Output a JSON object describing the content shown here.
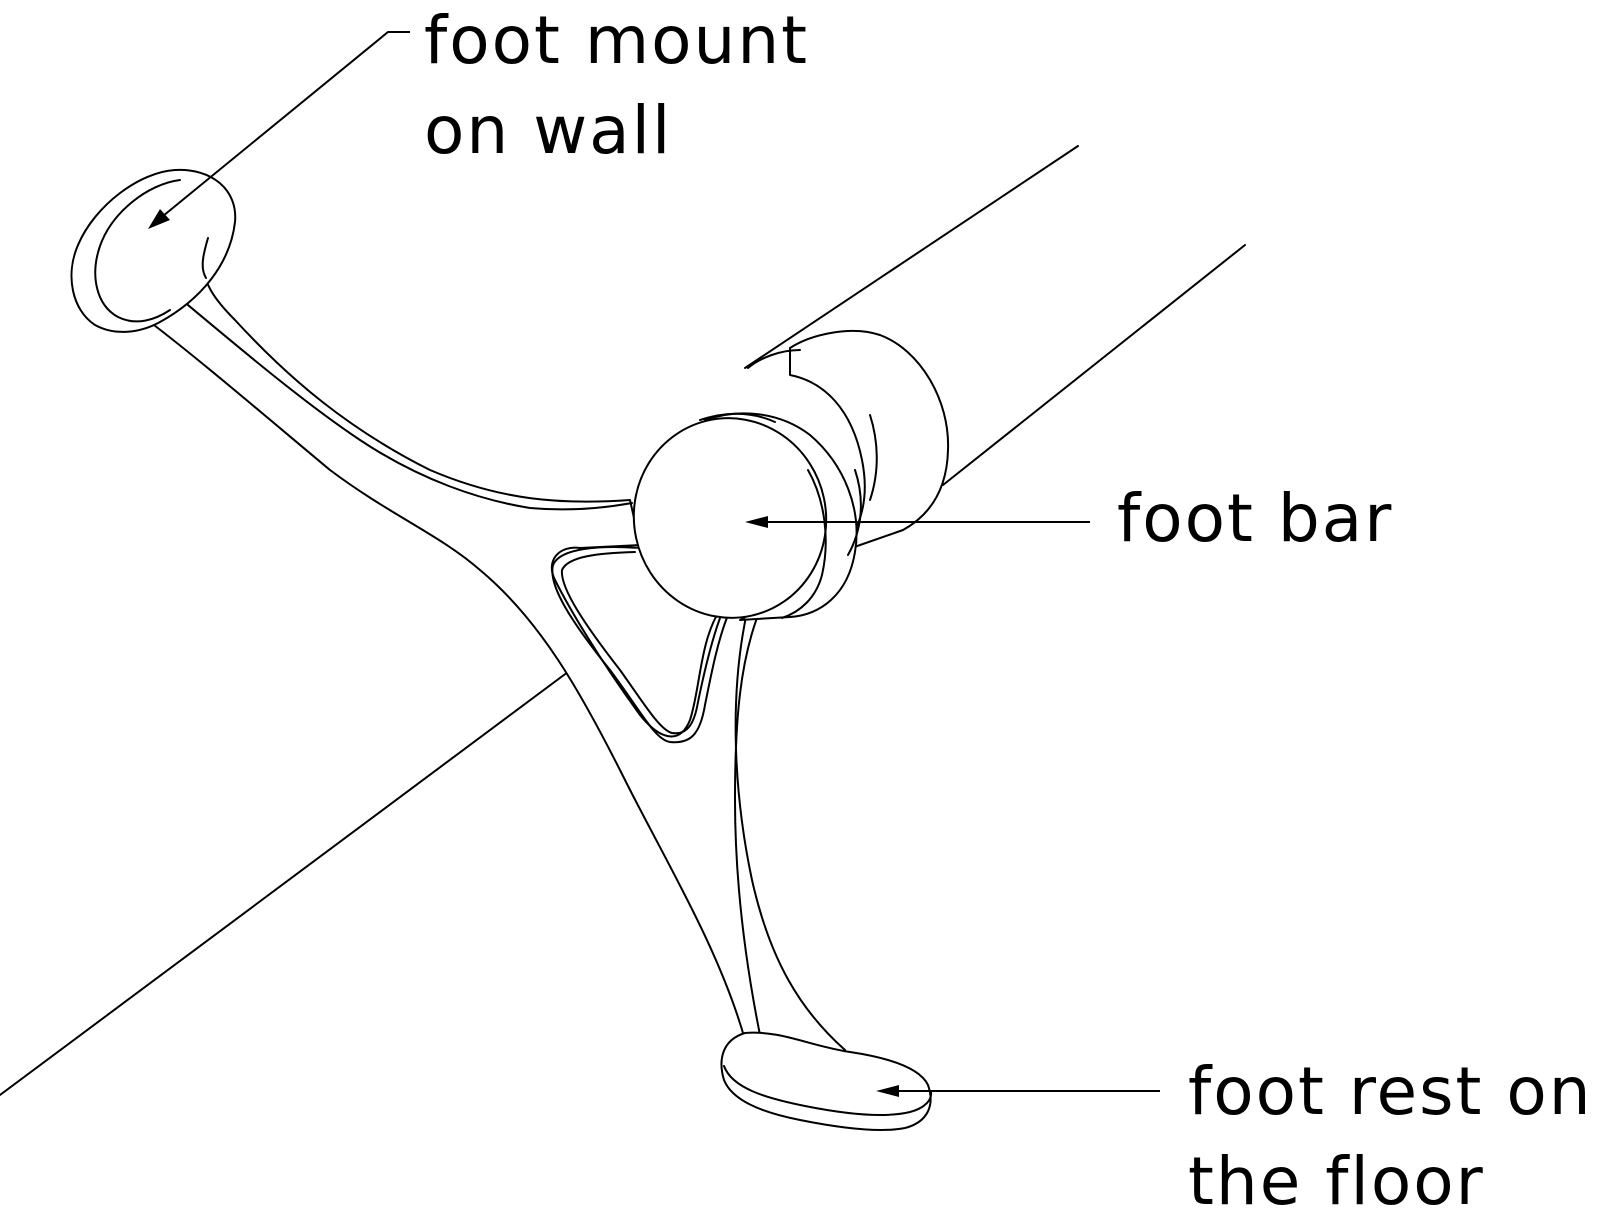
{
  "labels": {
    "wall_mount": [
      "foot mount",
      "on wall"
    ],
    "foot_bar": [
      "foot bar"
    ],
    "foot_rest": [
      "foot rest on",
      "the floor"
    ]
  },
  "colors": {
    "line": "#000000",
    "background": "#ffffff"
  }
}
